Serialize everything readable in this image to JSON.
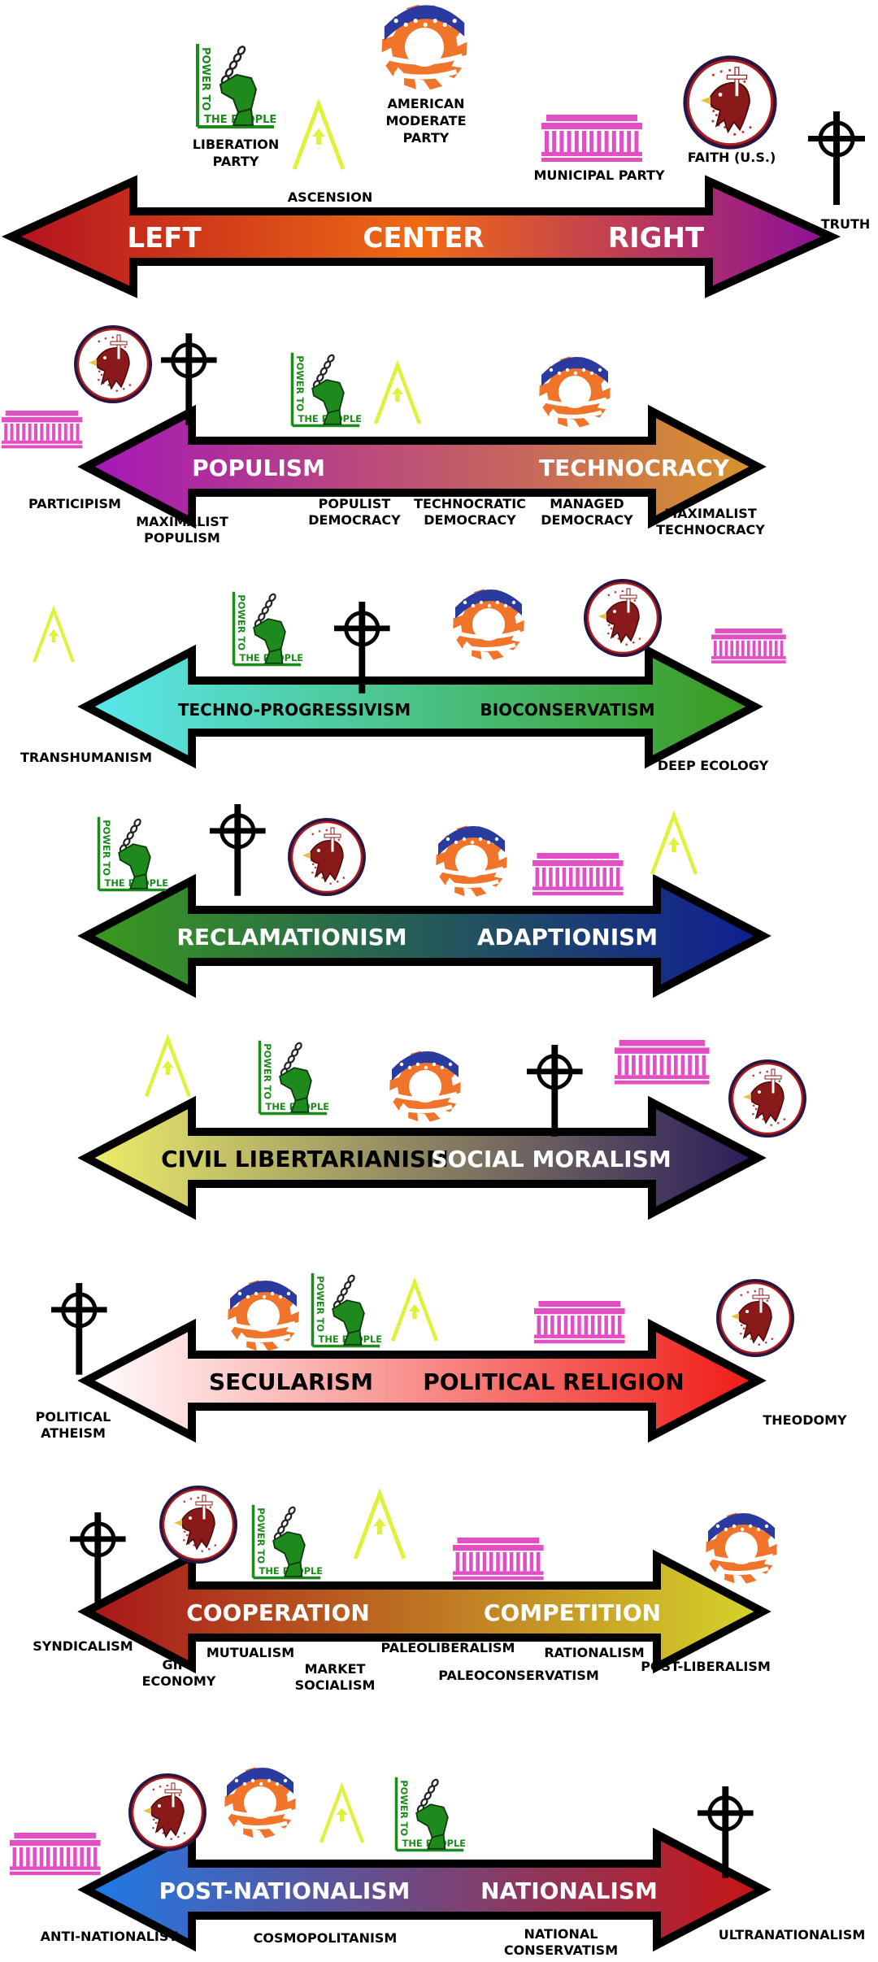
{
  "colors": {
    "background": "#ffffff",
    "outline": "#000000",
    "liberation_green": "#1e8a1e",
    "ascension_yellow": "#dff23a",
    "municipal_magenta": "#e24fc4",
    "faith_red": "#8a1a1a",
    "moderate_orange": "#f0752a",
    "moderate_blue": "#2b3a9e"
  },
  "party_icons": {
    "liberation": {
      "icon": "fist-with-broken-chain-icon",
      "logo_text_line1": "POWER TO",
      "logo_text_line2": "THE PEOPLE"
    },
    "ascension": {
      "icon": "triangle-arrow-icon"
    },
    "moderate": {
      "icon": "flag-gear-icon"
    },
    "municipal": {
      "icon": "capitol-building-icon"
    },
    "faith": {
      "icon": "eagle-cross-seal-icon"
    },
    "truth": {
      "icon": "celtic-cross-icon"
    }
  },
  "axes": [
    {
      "left_label": "LEFT",
      "center_label": "CENTER",
      "right_label": "RIGHT",
      "colors": [
        "#b3121f",
        "#ef6a14",
        "#8b0f9a"
      ],
      "parties": [
        "LIBERATION\nPARTY",
        "ASCENSION",
        "AMERICAN\nMODERATE\nPARTY",
        "MUNICIPAL PARTY",
        "FAITH (U.S.)",
        "TRUTH"
      ]
    },
    {
      "left_label": "POPULISM",
      "right_label": "TECHNOCRACY",
      "colors": [
        "#a516b8",
        "#d8932a"
      ],
      "positions": [
        "PARTICIPISM",
        "MAXIMALIST\nPOPULISM",
        "POPULIST\nDEMOCRACY",
        "TECHNOCRATIC\nDEMOCRACY",
        "MANAGED\nDEMOCRACY",
        "MAXIMALIST\nTECHNOCRACY"
      ]
    },
    {
      "left_label": "TECHNO-PROGRESSIVISM",
      "right_label": "BIOCONSERVATISM",
      "colors": [
        "#5ae8ee",
        "#3a9a1c"
      ],
      "positions": [
        "TRANSHUMANISM",
        "DEEP ECOLOGY"
      ]
    },
    {
      "left_label": "RECLAMATIONISM",
      "right_label": "ADAPTIONISM",
      "colors": [
        "#3a9a1c",
        "#101c94"
      ],
      "positions": []
    },
    {
      "left_label": "CIVIL LIBERTARIANISM",
      "right_label": "SOCIAL MORALISM",
      "colors": [
        "#eeee6a",
        "#2a1a5a"
      ],
      "positions": []
    },
    {
      "left_label": "SECULARISM",
      "right_label": "POLITICAL RELIGION",
      "colors": [
        "#ffffff",
        "#f01a14"
      ],
      "positions": [
        "POLITICAL\nATHEISM",
        "THEODOMY"
      ]
    },
    {
      "left_label": "COOPERATION",
      "right_label": "COMPETITION",
      "colors": [
        "#a8141a",
        "#d4d42a"
      ],
      "positions": [
        "SYNDICALISM",
        "GIFT\nECONOMY",
        "MUTUALISM",
        "MARKET\nSOCIALISM",
        "PALEOLIBERALISM",
        "PALEOCONSERVATISM",
        "RATIONALISM",
        "POST-LIBERALISM"
      ]
    },
    {
      "left_label": "POST-NATIONALISM",
      "right_label": "NATIONALISM",
      "colors": [
        "#1e7ae8",
        "#c81414"
      ],
      "positions": [
        "ANTI-NATIONALIST",
        "COSMOPOLITANISM",
        "NATIONAL\nCONSERVATISM",
        "ULTRANATIONALISM"
      ]
    }
  ]
}
